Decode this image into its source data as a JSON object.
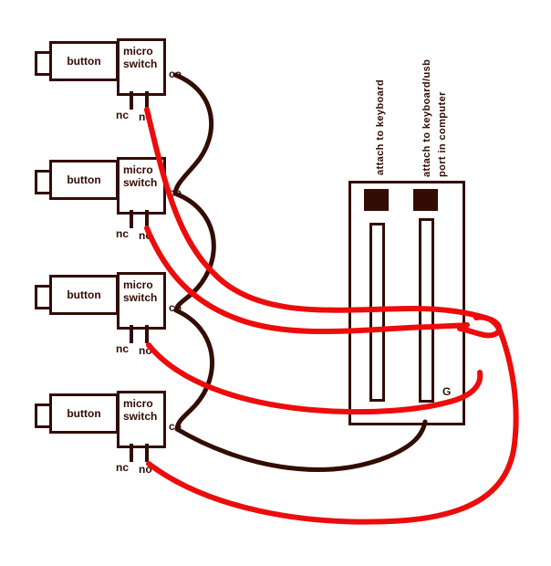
{
  "diagram": {
    "colors": {
      "wire_dark": "#330c03",
      "wire_red": "#ec0c0c",
      "background": "#ffffff"
    },
    "switches": [
      {
        "button_label": "button",
        "switch_label": "micro switch",
        "co_label": "co",
        "nc_label": "nc",
        "no_label": "no"
      },
      {
        "button_label": "button",
        "switch_label": "micro switch",
        "co_label": "co",
        "nc_label": "nc",
        "no_label": "no"
      },
      {
        "button_label": "button",
        "switch_label": "micro switch",
        "co_label": "co",
        "nc_label": "nc",
        "no_label": "no"
      },
      {
        "button_label": "button",
        "switch_label": "micro switch",
        "co_label": "co",
        "nc_label": "nc",
        "no_label": "no"
      }
    ],
    "controller": {
      "label_keyboard": "attach to keyboard",
      "label_usb": "attach to keyboard/usb port in  computer",
      "ground_label": "G"
    }
  }
}
